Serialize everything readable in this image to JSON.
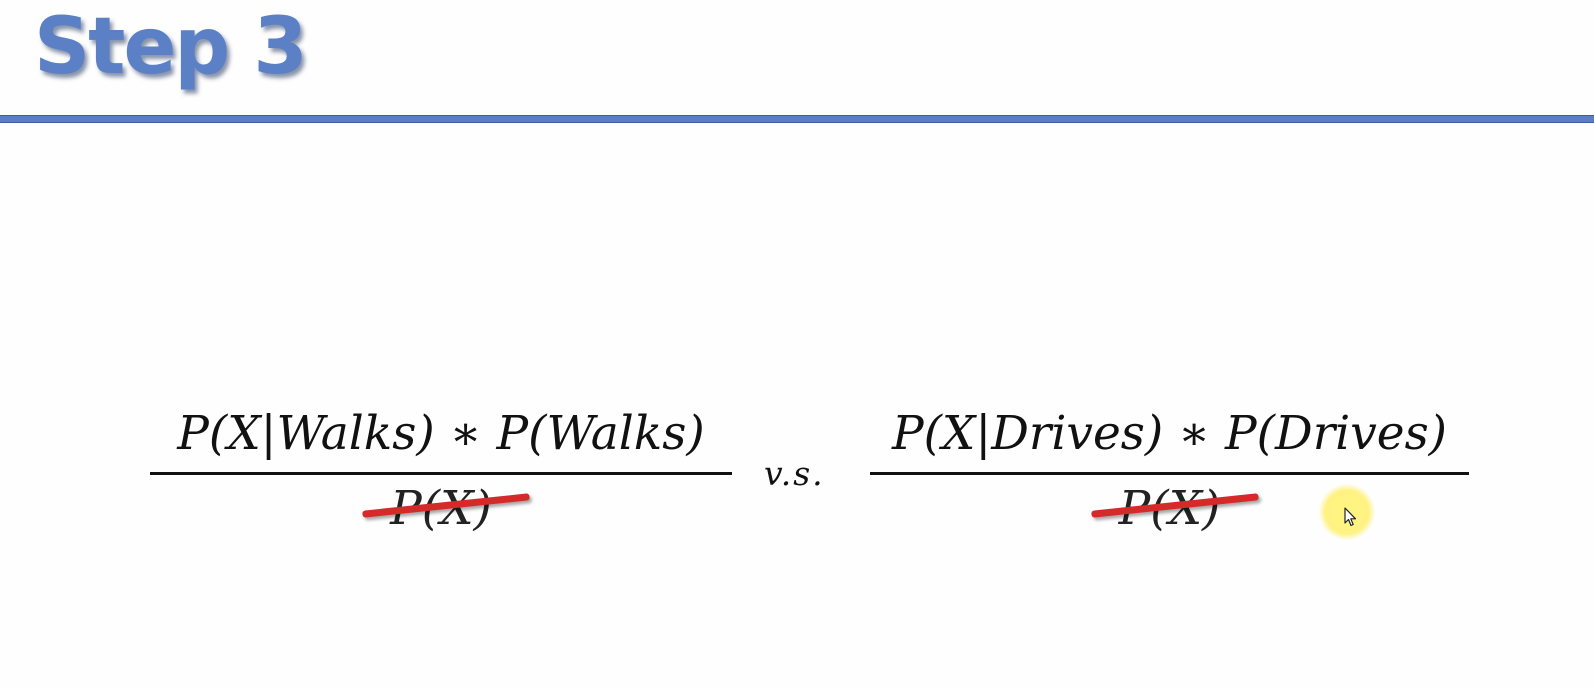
{
  "slide": {
    "title": "Step 3",
    "colors": {
      "accent": "#5a7fc8",
      "strike": "#d42a2a",
      "highlight": "#fff478"
    },
    "equation": {
      "left": {
        "numerator": "P(X|Walks) ∗ P(Walks)",
        "denominator": "P(X)",
        "denominator_struck": true
      },
      "separator": "v.s.",
      "right": {
        "numerator": "P(X|Drives) ∗ P(Drives)",
        "denominator": "P(X)",
        "denominator_struck": true
      }
    },
    "cursor": {
      "icon": "mouse-pointer-icon",
      "highlighted": true
    }
  }
}
